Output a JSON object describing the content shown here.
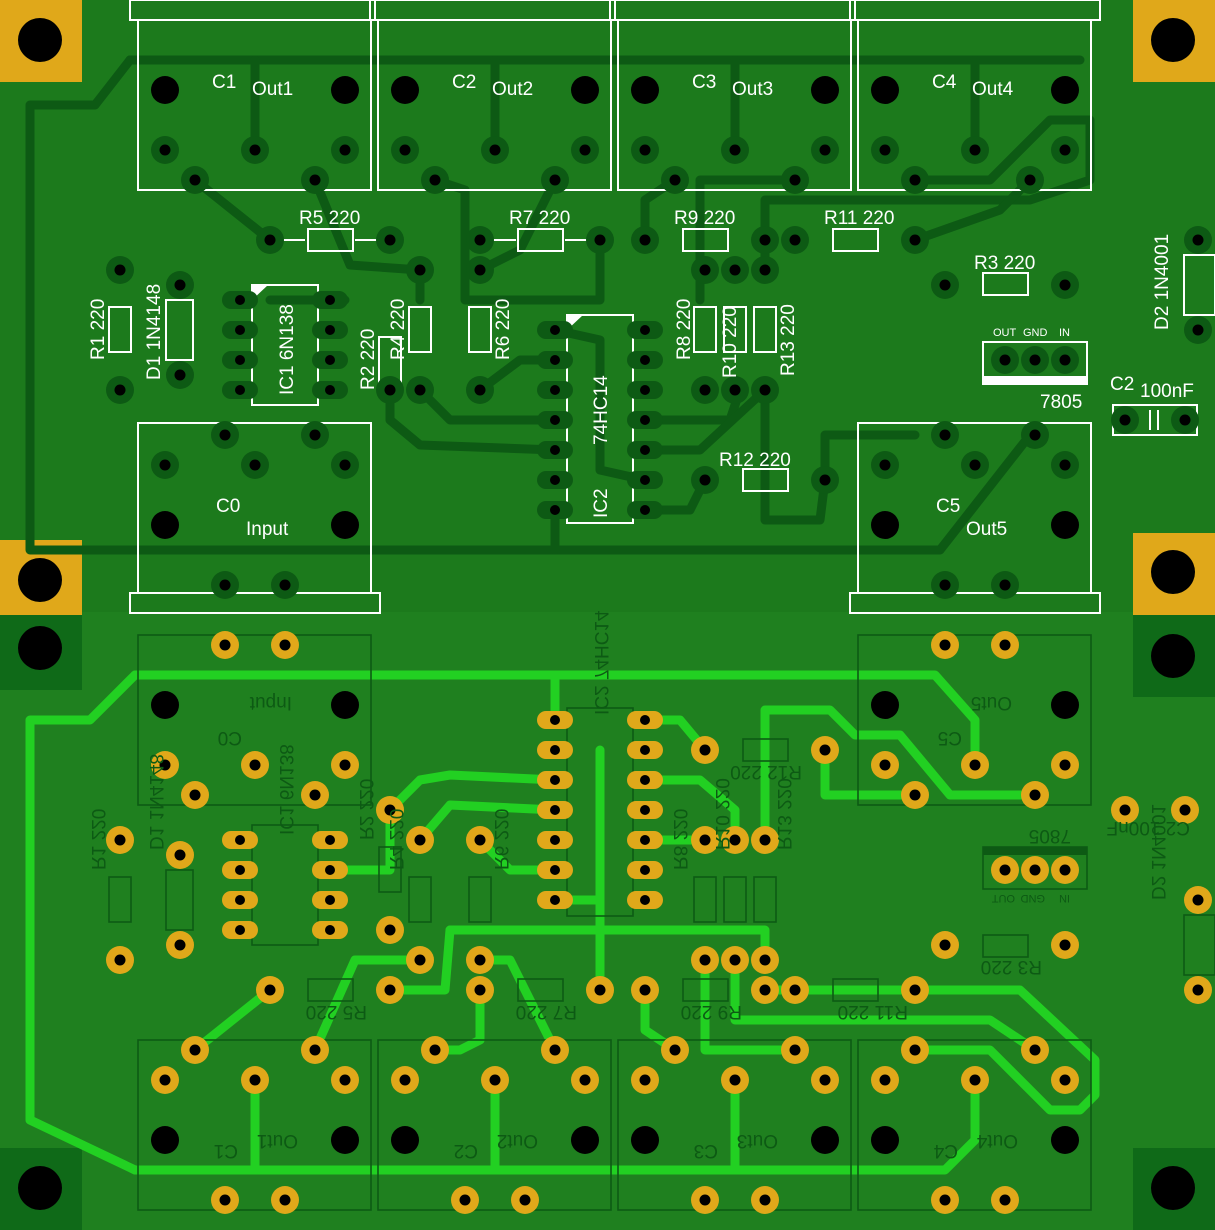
{
  "colors": {
    "board": "#1c7a1c",
    "top_copper": "#0d5a14",
    "bottom_copper": "#22d022",
    "pad_gold": "#e0a81a",
    "silkscreen": "#ffffff"
  },
  "top": {
    "connectors": [
      {
        "ref": "C1",
        "label": "Out1"
      },
      {
        "ref": "C2",
        "label": "Out2"
      },
      {
        "ref": "C3",
        "label": "Out3"
      },
      {
        "ref": "C4",
        "label": "Out4"
      },
      {
        "ref": "C0",
        "label": "Input"
      },
      {
        "ref": "C5",
        "label": "Out5"
      }
    ],
    "resistors": [
      {
        "ref": "R5",
        "value": "220"
      },
      {
        "ref": "R7",
        "value": "220"
      },
      {
        "ref": "R9",
        "value": "220"
      },
      {
        "ref": "R11",
        "value": "220"
      },
      {
        "ref": "R3",
        "value": "220"
      },
      {
        "ref": "R1",
        "value": "220"
      },
      {
        "ref": "R2",
        "value": "220"
      },
      {
        "ref": "R4",
        "value": "220"
      },
      {
        "ref": "R6",
        "value": "220"
      },
      {
        "ref": "R8",
        "value": "220"
      },
      {
        "ref": "R10",
        "value": "220"
      },
      {
        "ref": "R13",
        "value": "220"
      },
      {
        "ref": "R12",
        "value": "220"
      }
    ],
    "diodes": [
      {
        "ref": "D1",
        "part": "1N4148"
      },
      {
        "ref": "D2",
        "part": "1N4001"
      }
    ],
    "ics": [
      {
        "ref": "IC1",
        "part": "6N138"
      },
      {
        "ref": "IC2",
        "part": "74HC14"
      }
    ],
    "capacitor": {
      "ref": "C2",
      "value": "100nF"
    },
    "regulator": {
      "part": "7805",
      "pins": [
        "OUT",
        "GND",
        "IN"
      ]
    }
  },
  "bottom": {
    "connectors": [
      {
        "ref": "C0",
        "label": "Input"
      },
      {
        "ref": "C5",
        "label": "Out5"
      },
      {
        "ref": "C1",
        "label": "Out1"
      },
      {
        "ref": "C2",
        "label": "Out2"
      },
      {
        "ref": "C3",
        "label": "Out3"
      },
      {
        "ref": "C4",
        "label": "Out4"
      }
    ],
    "labels": {
      "r12": "R12 220",
      "r5": "R5 220",
      "r7": "R7 220",
      "r9": "R9 220",
      "r11": "R11 220",
      "r3": "R3 220",
      "r1": "R1 220",
      "r2": "R2 220",
      "r4": "R4 220",
      "r6": "R6 220",
      "r8": "R8 220",
      "r10": "R10 220",
      "r13": "R13 220",
      "d1": "D1 1N4148",
      "d2": "D2 1N4001",
      "ic1": "IC1 6N138",
      "ic2": "IC2 74HC14",
      "c2": "C2 100nF",
      "reg": "7805",
      "pins": [
        "OUT",
        "GND",
        "IN"
      ]
    }
  }
}
